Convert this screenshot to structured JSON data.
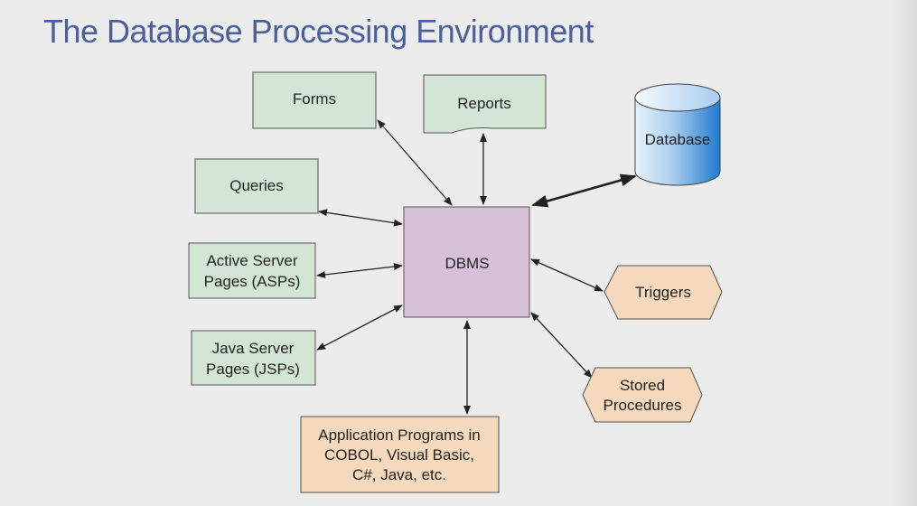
{
  "slide": {
    "title": "The Database Processing Environment"
  },
  "diagram": {
    "nodes": {
      "forms": "Forms",
      "reports": "Reports",
      "database": "Database",
      "queries": "Queries",
      "asp_line1": "Active Server",
      "asp_line2": "Pages (ASPs)",
      "dbms": "DBMS",
      "triggers": "Triggers",
      "jsp_line1": "Java Server",
      "jsp_line2": "Pages (JSPs)",
      "stored_line1": "Stored",
      "stored_line2": "Procedures",
      "app_line1": "Application Programs in",
      "app_line2": "COBOL, Visual Basic,",
      "app_line3": "C#, Java, etc."
    },
    "colors": {
      "green_box": "#d3e6d6",
      "dbms_box": "#d6c1d9",
      "tan_box": "#f5d9bd",
      "cylinder": "#5aa0dc",
      "title": "#4a5f9c"
    }
  }
}
